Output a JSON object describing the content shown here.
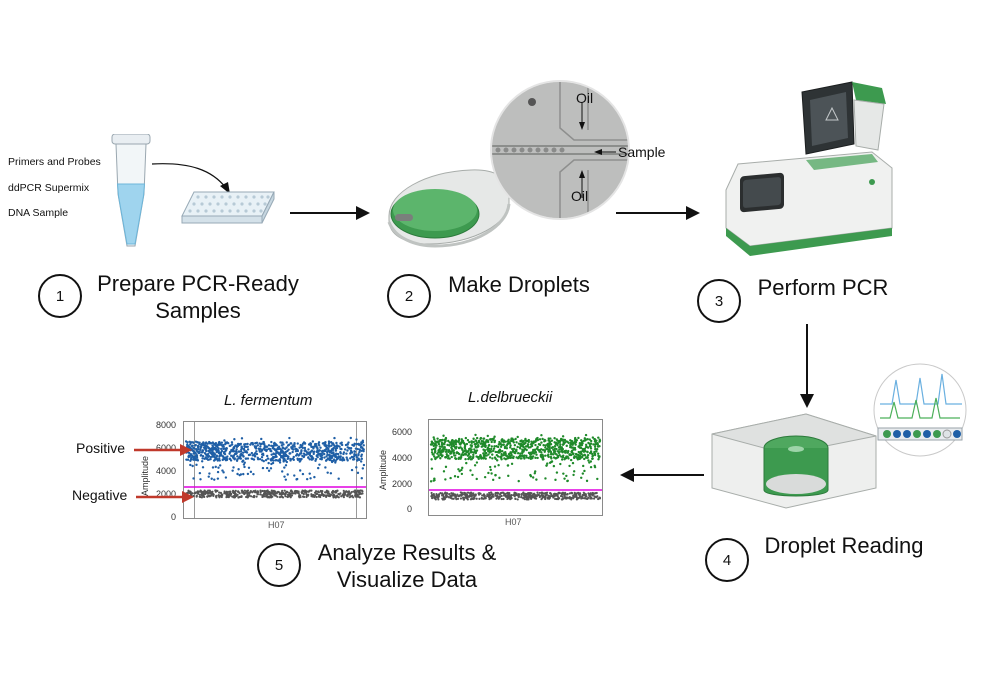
{
  "steps": [
    {
      "number": "1",
      "label": "Prepare PCR-Ready Samples"
    },
    {
      "number": "2",
      "label": "Make Droplets"
    },
    {
      "number": "3",
      "label": "Perform PCR"
    },
    {
      "number": "4",
      "label": "Droplet Reading"
    },
    {
      "number": "5",
      "label": "Analyze Results & Visualize Data"
    }
  ],
  "ingredients": [
    "Primers and Probes",
    "ddPCR Supermix",
    "DNA Sample"
  ],
  "microfluidics": {
    "oil_top": "Oil",
    "sample": "Sample",
    "oil_bottom": "Oil"
  },
  "plots": [
    {
      "title": "L. fermentum",
      "ylabel": "Amplitude",
      "yticks": [
        "8000",
        "6000",
        "4000",
        "2000",
        "0"
      ],
      "xcut": "H07",
      "point_color": "#1f5fa6"
    },
    {
      "title": "L.delbrueckii",
      "ylabel": "Amplitude",
      "yticks": [
        "6000",
        "4000",
        "2000",
        "0"
      ],
      "xcut": "H07",
      "point_color": "#1f8a2a"
    }
  ],
  "callouts": {
    "positive": "Positive",
    "negative": "Negative"
  },
  "colors": {
    "threshold": "#e000e0",
    "negative_points": "#555555",
    "arrow_red": "#c0392b",
    "instrument_green": "#3d9a4f"
  }
}
